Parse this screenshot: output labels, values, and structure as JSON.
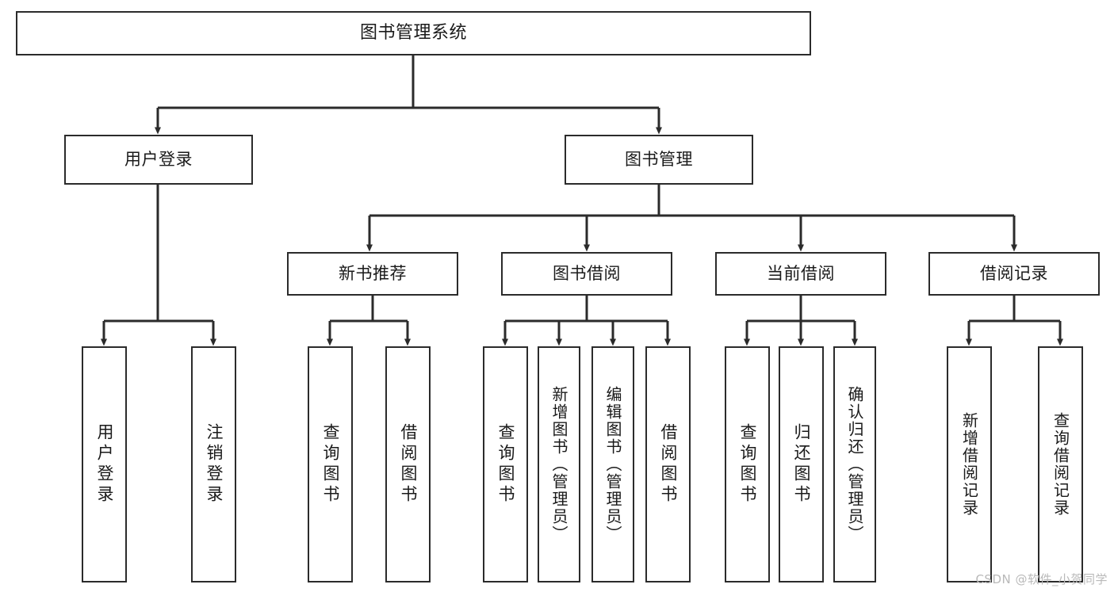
{
  "diagram": {
    "title": "图书管理系统",
    "type": "hierarchy-tree",
    "orientation": "top-down",
    "colors": {
      "box_border": "#2b2b2b",
      "box_fill": "#ffffff",
      "connector": "#2b2b2b",
      "text": "#1a1a1a",
      "watermark": "#b9b9b9",
      "background": "#ffffff"
    }
  },
  "nodes": {
    "root": {
      "label": "图书管理系统"
    },
    "level2": [
      {
        "id": "user-login",
        "label": "用户登录"
      },
      {
        "id": "book-management",
        "label": "图书管理"
      }
    ],
    "level3": [
      {
        "id": "new-book-recommend",
        "label": "新书推荐"
      },
      {
        "id": "book-borrow",
        "label": "图书借阅"
      },
      {
        "id": "current-borrow",
        "label": "当前借阅"
      },
      {
        "id": "borrow-record",
        "label": "借阅记录"
      }
    ],
    "leaves": [
      {
        "id": "leaf-user-login",
        "label": "用户登录",
        "parent": "user-login"
      },
      {
        "id": "leaf-logout-login",
        "label": "注销登录",
        "parent": "user-login"
      },
      {
        "id": "leaf-query-book-1",
        "label": "查询图书",
        "parent": "new-book-recommend"
      },
      {
        "id": "leaf-borrow-book-1",
        "label": "借阅图书",
        "parent": "new-book-recommend"
      },
      {
        "id": "leaf-query-book-2",
        "label": "查询图书",
        "parent": "book-borrow"
      },
      {
        "id": "leaf-add-book",
        "label": "新增图书（管理员）",
        "parent": "book-borrow"
      },
      {
        "id": "leaf-edit-book",
        "label": "编辑图书（管理员）",
        "parent": "book-borrow"
      },
      {
        "id": "leaf-borrow-book-2",
        "label": "借阅图书",
        "parent": "book-borrow"
      },
      {
        "id": "leaf-query-book-3",
        "label": "查询图书",
        "parent": "current-borrow"
      },
      {
        "id": "leaf-return-book",
        "label": "归还图书",
        "parent": "current-borrow"
      },
      {
        "id": "leaf-confirm-return",
        "label": "确认归还（管理员）",
        "parent": "current-borrow"
      },
      {
        "id": "leaf-add-record",
        "label": "新增借阅记录",
        "parent": "borrow-record"
      },
      {
        "id": "leaf-query-record",
        "label": "查询借阅记录",
        "parent": "borrow-record"
      }
    ]
  },
  "watermark": {
    "text": "CSDN @软件_小贺同学"
  }
}
